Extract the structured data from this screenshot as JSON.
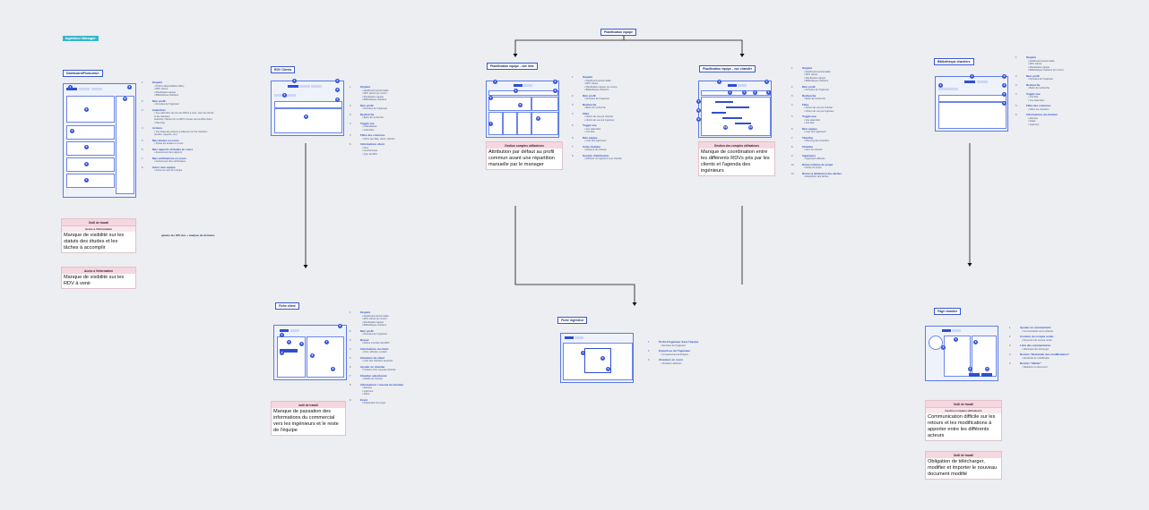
{
  "brand_tag": "Ingénieur Manager",
  "screens": {
    "dashboard": "Dashboard/Production",
    "rdv": "RDV Clients",
    "plan_top": "Planification équipe",
    "plan_list": "Planification équipe - vue liste",
    "plan_chantier": "Planification équipe - vue chantier",
    "biblio": "Bibliothèque chantiers",
    "fiche_client": "Fiche client",
    "fiche_ing": "Fiche ingénieur",
    "page_chantier": "Page chantier"
  },
  "dashboard_notes": [
    {
      "n": "1",
      "h": "Onglets",
      "lines": [
        "• Profil et disponibilités (Mes)",
        "• RDV clients",
        "• Planification équipe",
        "• Bibliothèque chantiers"
      ]
    },
    {
      "n": "2",
      "h": "Mon profil",
      "lines": [
        "• Données de l'ingénieur"
      ]
    },
    {
      "n": "3",
      "h": "Calendrier",
      "lines": [
        "• Vue calendrier de tous les RDVs à venir, avec les clients et les chantiers",
        "  associés. Cliquer sur un RDV renvoie vers la fiche client.",
        "• Planning"
      ]
    },
    {
      "n": "4",
      "h": "Actions",
      "lines": [
        "• Vue listée des actions à effectuer sur les chantiers",
        "  (études, rapports, etc.)"
      ]
    },
    {
      "n": "5",
      "h": "Mes études en cours",
      "lines": [
        "• Toutes les études en cours"
      ]
    },
    {
      "n": "6",
      "h": "Mes rapports d'études en cours",
      "lines": [
        "• Avancement des rapports"
      ]
    },
    {
      "n": "7",
      "h": "Mes vérifications en cours",
      "lines": [
        "• Avancement des vérifications"
      ]
    },
    {
      "n": "8",
      "h": "Gérer mon équipe",
      "lines": [
        "• Accès au suivi de l'équipe"
      ]
    }
  ],
  "dashboard_card1": {
    "head": "Outil de travail",
    "sub": "Accès à l'information",
    "body": "Manque de visibilité sur les statuts des études et les tâches à accomplir"
  },
  "dashboard_card2": {
    "head": "Accès à l'information",
    "body": "Manque de visibilité sur les RDV à venir"
  },
  "dashboard_extra": "ajouter les KPI clés + analyse de données",
  "rdv_notes": [
    {
      "n": "1",
      "h": "Onglets",
      "lines": [
        "• Dashboard personnalisé",
        "• RDV clients (en cours)",
        "• Planification équipe",
        "• Bibliothèque chantiers"
      ]
    },
    {
      "n": "2",
      "h": "Mon profil",
      "lines": [
        "• Données de l'ingénieur"
      ]
    },
    {
      "n": "3",
      "h": "Recherche",
      "lines": [
        "• Barre de recherche"
      ]
    },
    {
      "n": "4",
      "h": "Toggle vue",
      "lines": [
        "• Liste/tableau",
        "• Calendrier"
      ]
    },
    {
      "n": "5",
      "h": "Filtre des colonnes",
      "lines": [
        "• Filtrer par date, client, chantier"
      ]
    },
    {
      "n": "6",
      "h": "Informations client",
      "lines": [
        "• Nom",
        "• Coordonnées",
        "• Type de RDV"
      ]
    }
  ],
  "fiche_client_notes": [
    {
      "n": "1",
      "h": "Onglets",
      "lines": [
        "• Dashboard personnalisé",
        "• RDV clients (en cours)",
        "• Planification équipe",
        "• Bibliothèque chantiers"
      ]
    },
    {
      "n": "2",
      "h": "Mon profil",
      "lines": [
        "• Données de l'ingénieur"
      ]
    },
    {
      "n": "3",
      "h": "Retour",
      "lines": [
        "• Retour à la liste des RDV"
      ]
    },
    {
      "n": "4",
      "h": "Informations du client",
      "lines": [
        "• Nom, adresse, contact"
      ]
    },
    {
      "n": "5",
      "h": "Chantiers du client",
      "lines": [
        "• Liste des chantiers associés"
      ]
    },
    {
      "n": "6",
      "h": "Ajouter un chantier",
      "lines": [
        "• Création d'un nouveau chantier"
      ]
    },
    {
      "n": "7",
      "h": "Chantier sélectionné",
      "lines": [
        "• Détails du chantier"
      ]
    },
    {
      "n": "8",
      "h": "Informations / résumé du chantier",
      "lines": [
        "• Adresse",
        "• Ingénieur",
        "• Statut"
      ]
    },
    {
      "n": "9",
      "h": "Envoi",
      "lines": [
        "• Préparation du projet"
      ]
    }
  ],
  "fiche_client_card": {
    "head": "outil de travail",
    "body": "Manque de passation des informations du commercial vers les ingénieurs et le reste de l'équipe"
  },
  "plan_list_notes": [
    {
      "n": "1",
      "h": "Onglets",
      "lines": [
        "• Dashboard personnalisé",
        "• RDV clients",
        "• Planification équipe (en cours)",
        "• Bibliothèque chantiers"
      ]
    },
    {
      "n": "2",
      "h": "Mon profil",
      "lines": [
        "• Données de l'ingénieur"
      ]
    },
    {
      "n": "3",
      "h": "Recherche",
      "lines": [
        "• Barre de recherche"
      ]
    },
    {
      "n": "4",
      "h": "Filtre",
      "lines": [
        "• Option de vue par chantier",
        "• Option de vue par ingénieur"
      ]
    },
    {
      "n": "5",
      "h": "Toggle vue",
      "lines": [
        "• Vue calendrier",
        "• Vue liste"
      ]
    },
    {
      "n": "6",
      "h": "Mon équipe",
      "lines": [
        "• Liste des ingénieurs"
      ]
    },
    {
      "n": "7",
      "h": "Carte chantier",
      "lines": [
        "• Résumé du chantier"
      ]
    },
    {
      "n": "8",
      "h": "Gestion d'attribution",
      "lines": [
        "• Attribuer un ingénieur à un chantier"
      ]
    }
  ],
  "plan_list_card": {
    "head": "Gestion comptes utilisateurs",
    "body": "Attribution par défaut au profil commun avant une répartition manuelle par le manager"
  },
  "plan_chantier_notes": [
    {
      "n": "1",
      "h": "Onglets",
      "lines": [
        "• Dashboard personnalisé",
        "• RDV clients",
        "• Planification équipe",
        "• Bibliothèque chantiers"
      ]
    },
    {
      "n": "2",
      "h": "Mon profil",
      "lines": [
        "• Données de l'ingénieur"
      ]
    },
    {
      "n": "3",
      "h": "Recherche",
      "lines": [
        "• Barre de recherche"
      ]
    },
    {
      "n": "4",
      "h": "Filtre",
      "lines": [
        "• Option de vue par chantier",
        "• Option de vue par ingénieur"
      ]
    },
    {
      "n": "5",
      "h": "Toggle vue",
      "lines": [
        "• Vue calendrier",
        "• Vue liste"
      ]
    },
    {
      "n": "6",
      "h": "Mon équipe",
      "lines": [
        "• Liste des ingénieurs"
      ]
    },
    {
      "n": "7",
      "h": "Timeline",
      "lines": [
        "• Planning des chantiers"
      ]
    },
    {
      "n": "8",
      "h": "Chantier",
      "lines": [
        "• Nom du chantier"
      ]
    },
    {
      "n": "9",
      "h": "Ingénieurs",
      "lines": [
        "• Ingénieurs affectés"
      ]
    },
    {
      "n": "10",
      "h": "Durée estimée du projet",
      "lines": [
        "• Durée du projet"
      ]
    },
    {
      "n": "11",
      "h": "Durée et attribution des tâches",
      "lines": [
        "• Répartition des tâches"
      ]
    }
  ],
  "plan_chantier_card": {
    "head": "Gestion des comptes utilisateurs",
    "body": "Manque de coordination entre les différents RDVs pris par les clients et l'agenda des ingénieurs"
  },
  "fiche_ing_notes": [
    {
      "n": "1",
      "h": "Profil d'ingénieur dans l'équipe",
      "lines": [
        "• Données de l'ingénieur"
      ]
    },
    {
      "n": "2",
      "h": "Expertises de l'ingénieur",
      "lines": [
        "• Compétences techniques"
      ]
    },
    {
      "n": "3",
      "h": "Chantiers en cours",
      "lines": [
        "• Chantiers attribués"
      ]
    }
  ],
  "biblio_notes": [
    {
      "n": "1",
      "h": "Onglets",
      "lines": [
        "• Dashboard personnalisé",
        "• RDV clients",
        "• Planification équipe",
        "• Bibliothèque chantiers (en cours)"
      ]
    },
    {
      "n": "2",
      "h": "Mon profil",
      "lines": [
        "• Données de l'ingénieur"
      ]
    },
    {
      "n": "3",
      "h": "Recherche",
      "lines": [
        "• Barre de recherche"
      ]
    },
    {
      "n": "4",
      "h": "Toggle vue",
      "lines": [
        "• Vue liste",
        "• Vue calendrier"
      ]
    },
    {
      "n": "5",
      "h": "Filtre des colonnes",
      "lines": [
        "• Filtrer les chantiers"
      ]
    },
    {
      "n": "6",
      "h": "Informations du chantier",
      "lines": [
        "• Adresse",
        "• Statut",
        "• Ingénieur"
      ]
    }
  ],
  "page_chantier_notes": [
    {
      "n": "1",
      "h": "Ajouter un commentaire",
      "lines": [
        "• Commentaires sur le chantier"
      ]
    },
    {
      "n": "2",
      "h": "Contenu du compte rendu",
      "lines": [
        "• Document du compte rendu"
      ]
    },
    {
      "n": "3",
      "h": "Liste des commentaires",
      "lines": [
        "• Historique des échanges"
      ]
    },
    {
      "n": "4",
      "h": "Bouton \"Demander des modifications\"",
      "lines": [
        "• Demande de modification"
      ]
    },
    {
      "n": "5",
      "h": "Bouton \"Valider\"",
      "lines": [
        "• Validation du document"
      ]
    }
  ],
  "page_chantier_card1": {
    "head": "Outil de travail",
    "sub": "Gestion comptes utilisateurs",
    "body": "Communication difficile sur les retours et les modifications à apporter entre les différents acteurs"
  },
  "page_chantier_card2": {
    "head": "Outil de travail",
    "body": "Obligation de télécharger, modifier et importer le nouveau document modifié"
  }
}
